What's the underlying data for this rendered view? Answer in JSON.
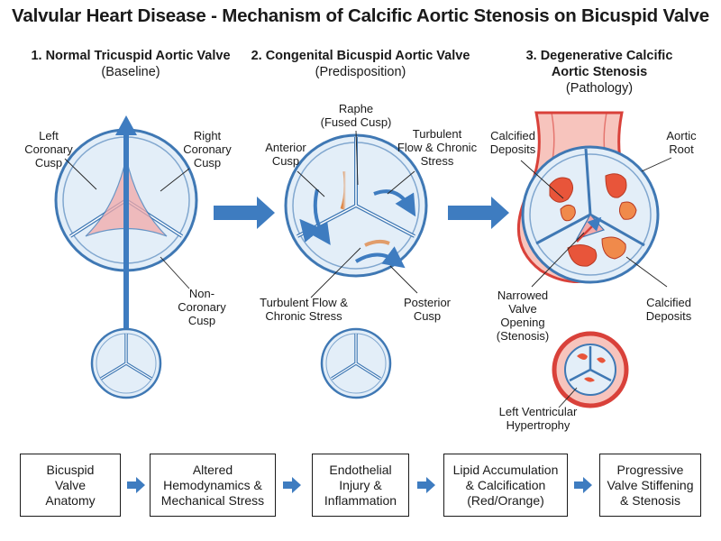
{
  "title": "Valvular Heart Disease - Mechanism of Calcific Aortic Stenosis on Bicuspid Valve",
  "panels": [
    {
      "heading": "1. Normal Tricuspid Aortic Valve",
      "sub": "(Baseline)"
    },
    {
      "heading": "2. Congenital Bicuspid Aortic Valve",
      "sub": "(Predisposition)"
    },
    {
      "heading_line1": "3. Degenerative Calcific",
      "heading_line2": "Aortic Stenosis",
      "sub": "(Pathology)"
    }
  ],
  "labels": {
    "left_coronary": [
      "Left",
      "Coronary",
      "Cusp"
    ],
    "right_coronary": [
      "Right",
      "Coronary",
      "Cusp"
    ],
    "non_coronary": [
      "Non-",
      "Coronary",
      "Cusp"
    ],
    "raphe": [
      "Raphe",
      "(Fused Cusp)"
    ],
    "anterior": [
      "Anterior",
      "Cusp"
    ],
    "turbulent_top": [
      "Turbulent",
      "Flow & Chronic",
      "Stress"
    ],
    "turbulent_bottom": [
      "Turbulent Flow &",
      "Chronic Stress"
    ],
    "posterior": [
      "Posterior",
      "Cusp"
    ],
    "calcified_top": [
      "Calcified",
      "Deposits"
    ],
    "aortic_root": [
      "Aortic",
      "Root"
    ],
    "narrowed": [
      "Narrowed",
      "Valve",
      "Opening",
      "(Stenosis)"
    ],
    "calcified_bottom": [
      "Calcified",
      "Deposits"
    ],
    "lvh": [
      "Left Ventricular",
      "Hypertrophy"
    ]
  },
  "flow": [
    [
      "Bicuspid",
      "Valve",
      "Anatomy"
    ],
    [
      "Altered",
      "Hemodynamics &",
      "Mechanical Stress"
    ],
    [
      "Endothelial",
      "Injury &",
      "Inflammation"
    ],
    [
      "Lipid Accumulation",
      "& Calcification",
      "(Red/Orange)"
    ],
    [
      "Progressive",
      "Valve Stiffening",
      "& Stenosis"
    ]
  ],
  "colors": {
    "valve_blue": "#3f78b4",
    "valve_fill": "#e3eef8",
    "calcium": "#e8553a",
    "vessel_red": "#d9413a",
    "arrow_blue": "#3e7cc0"
  }
}
